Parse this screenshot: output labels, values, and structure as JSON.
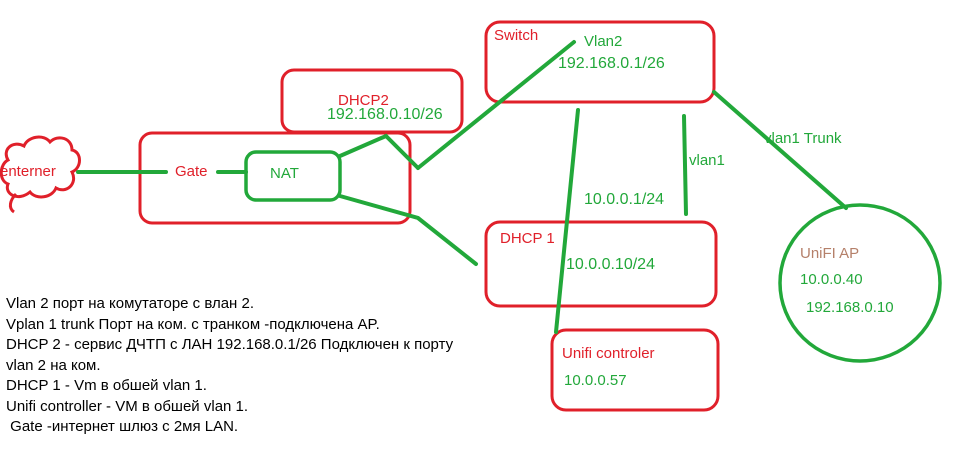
{
  "colors": {
    "red": "#e0202a",
    "green": "#22a83a",
    "brown": "#b5806a",
    "text": "#000000"
  },
  "nodes": {
    "internet": {
      "label": "enterner"
    },
    "gate": {
      "label": "Gate"
    },
    "nat": {
      "label": "NAT"
    },
    "dhcp2": {
      "label": "DHCP2",
      "ip": "192.168.0.10/26"
    },
    "switch": {
      "label": "Switch",
      "vlan_label": "Vlan2",
      "vlan_ip": "192.168.0.1/26"
    },
    "dhcp1": {
      "label": "DHCP 1",
      "ip": "10.0.0.10/24"
    },
    "unifi_controller": {
      "label": "Unifi controler",
      "ip": "10.0.0.57"
    },
    "unifi_ap": {
      "label": "UniFI AP",
      "ip1": "10.0.0.40",
      "ip2": "192.168.0.10"
    }
  },
  "links": {
    "vlan1_label": "vlan1",
    "vlan1_ip": "10.0.0.1/24",
    "trunk_label": "vlan1 Trunk"
  },
  "notes": [
    "Vlan 2  порт на комутаторе с влан 2.",
    "Vplan 1 trunk Порт на ком. с транком -подключена AP.",
    "DHCP 2 - сервис ДЧТП с ЛАН 192.168.0.1/26 Подключен к порту",
    "vlan 2 на ком.",
    "DHCP 1 - Vm в обшей vlan 1.",
    "Unifi controller - VM  в обшей vlan 1.",
    " Gate -интернет шлюз с 2мя LAN."
  ]
}
